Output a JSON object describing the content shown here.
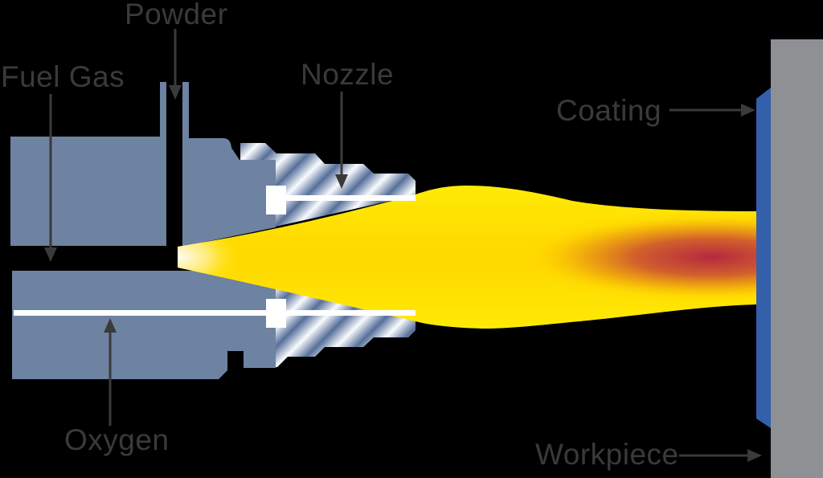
{
  "diagram": {
    "subject": "flame-spray-coating-process"
  },
  "labels": {
    "powder": "Powder",
    "fuel_gas": "Fuel Gas",
    "nozzle": "Nozzle",
    "coating": "Coating",
    "oxygen": "Oxygen",
    "workpiece": "Workpiece"
  },
  "colors": {
    "background": "#000000",
    "label_text": "#3a3a3c",
    "arrow": "#3a3a3c",
    "torch_body": "#6e82a1",
    "nozzle_metal_light": "#f9fbfe",
    "nozzle_metal_dark": "#566f99",
    "feed_line_white": "#ffffff",
    "flame_yellow_center": "#ffd900",
    "flame_yellow_edge": "#ffeb05",
    "flame_core_red": "#b52941",
    "flame_tip_white": "#ffffff",
    "coating_blue": "#345fab",
    "workpiece_gray": "#8e9093"
  }
}
